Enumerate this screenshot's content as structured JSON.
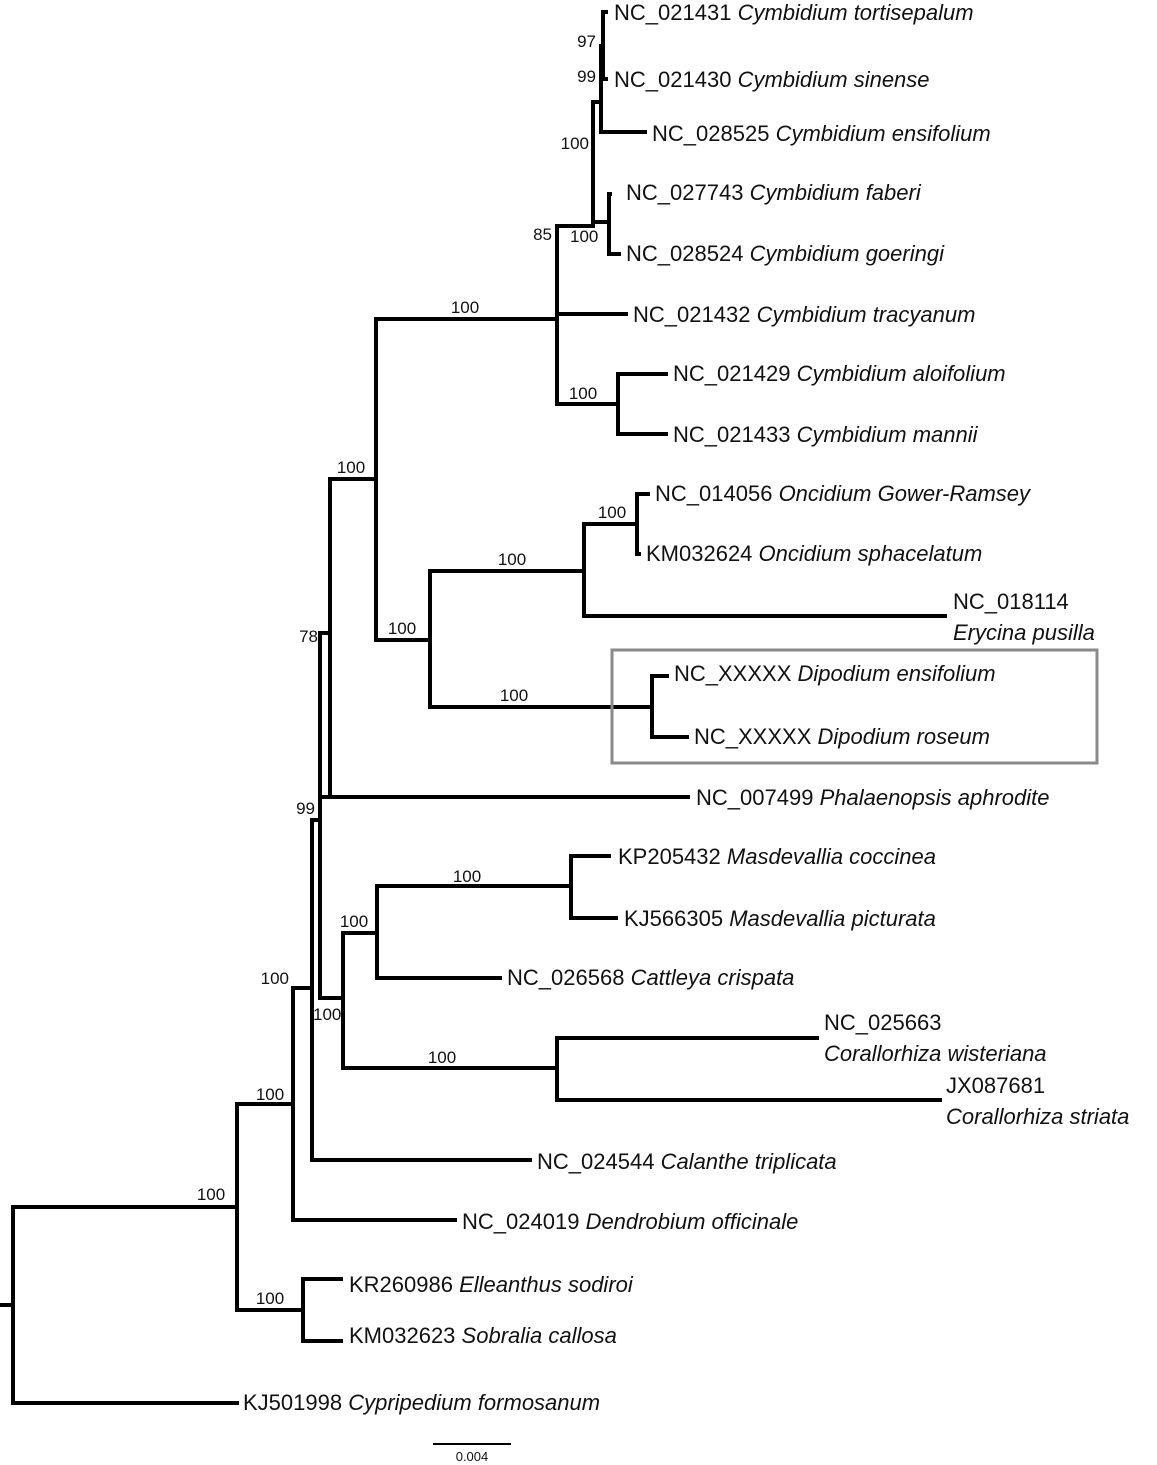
{
  "tips": [
    {
      "id": "t1",
      "acc": "NC_021431",
      "sp": "Cymbidium tortisepalum"
    },
    {
      "id": "t2",
      "acc": "NC_021430",
      "sp": "Cymbidium sinense"
    },
    {
      "id": "t3",
      "acc": "NC_028525",
      "sp": "Cymbidium ensifolium"
    },
    {
      "id": "t4",
      "acc": "NC_027743",
      "sp": "Cymbidium faberi"
    },
    {
      "id": "t5",
      "acc": "NC_028524",
      "sp": "Cymbidium goeringi"
    },
    {
      "id": "t6",
      "acc": "NC_021432",
      "sp": "Cymbidium tracyanum"
    },
    {
      "id": "t7",
      "acc": "NC_021429",
      "sp": "Cymbidium aloifolium"
    },
    {
      "id": "t8",
      "acc": "NC_021433",
      "sp": "Cymbidium mannii"
    },
    {
      "id": "t9",
      "acc": "NC_014056",
      "sp": "Oncidium Gower-Ramsey"
    },
    {
      "id": "t10",
      "acc": "KM032624",
      "sp": "Oncidium sphacelatum"
    },
    {
      "id": "t11",
      "acc": "NC_018114",
      "sp": "Erycina pusilla",
      "two_line": true
    },
    {
      "id": "t12",
      "acc": "NC_XXXXX",
      "sp": "Dipodium ensifolium"
    },
    {
      "id": "t13",
      "acc": "NC_XXXXX",
      "sp": "Dipodium roseum"
    },
    {
      "id": "t14",
      "acc": "NC_007499",
      "sp": "Phalaenopsis aphrodite"
    },
    {
      "id": "t15",
      "acc": "KP205432",
      "sp": "Masdevallia coccinea"
    },
    {
      "id": "t16",
      "acc": "KJ566305",
      "sp": "Masdevallia picturata"
    },
    {
      "id": "t17",
      "acc": "NC_026568",
      "sp": "Cattleya crispata"
    },
    {
      "id": "t18",
      "acc": "NC_025663",
      "sp": "Corallorhiza wisteriana",
      "two_line": true
    },
    {
      "id": "t19",
      "acc": "JX087681",
      "sp": "Corallorhiza striata",
      "two_line": true
    },
    {
      "id": "t20",
      "acc": "NC_024544",
      "sp": "Calanthe triplicata"
    },
    {
      "id": "t21",
      "acc": "NC_024019",
      "sp": "Dendrobium officinale"
    },
    {
      "id": "t22",
      "acc": "KR260986",
      "sp": "Elleanthus sodiroi"
    },
    {
      "id": "t23",
      "acc": "KM032623",
      "sp": "Sobralia callosa"
    },
    {
      "id": "t24",
      "acc": "KJ501998",
      "sp": "Cypripedium formosanum"
    }
  ],
  "support_values": [
    {
      "id": "n_t1t2",
      "value": "97"
    },
    {
      "id": "n_t1t3",
      "value": "99"
    },
    {
      "id": "n_t1t5",
      "value": "100"
    },
    {
      "id": "n_t4t5",
      "value": "100"
    },
    {
      "id": "n_t1t6",
      "value": "85"
    },
    {
      "id": "n_cymb",
      "value": "100"
    },
    {
      "id": "n_t7t8",
      "value": "100"
    },
    {
      "id": "n_t9t10",
      "value": "100"
    },
    {
      "id": "n_onc",
      "value": "100"
    },
    {
      "id": "n_dip",
      "value": "100"
    },
    {
      "id": "n_oncdip",
      "value": "100"
    },
    {
      "id": "n_cymbonc",
      "value": "100"
    },
    {
      "id": "n_epi",
      "value": "78"
    },
    {
      "id": "n_epidend",
      "value": "99"
    },
    {
      "id": "n_masd",
      "value": "100"
    },
    {
      "id": "n_masdcatt",
      "value": "100"
    },
    {
      "id": "n_laelcor",
      "value": "100"
    },
    {
      "id": "n_epical",
      "value": "100"
    },
    {
      "id": "n_epiden",
      "value": "100"
    },
    {
      "id": "n_sobr",
      "value": "100"
    },
    {
      "id": "n_root",
      "value": "100"
    }
  ],
  "scale_bar": {
    "label": "0.004"
  },
  "highlight_box": {
    "encloses": [
      "t12",
      "t13"
    ]
  }
}
